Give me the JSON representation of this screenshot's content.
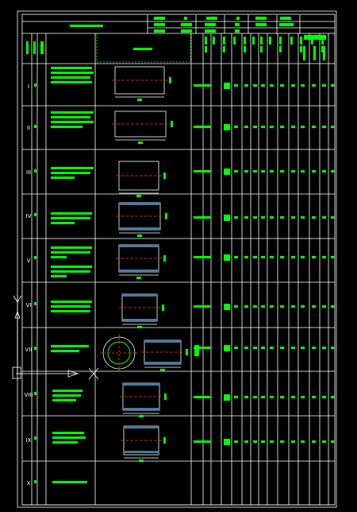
{
  "drawing": {
    "background": "#000000",
    "line_color": "#ffffff",
    "text_block_color": "#00ff00",
    "section_color": "#ff3030"
  },
  "stages": [
    {
      "roman": "I"
    },
    {
      "roman": "II"
    },
    {
      "roman": "III"
    },
    {
      "roman": "IV"
    },
    {
      "roman": "V"
    },
    {
      "roman": "VI"
    },
    {
      "roman": "VII"
    },
    {
      "roman": "VIII"
    },
    {
      "roman": "IX"
    },
    {
      "roman": "X"
    }
  ]
}
